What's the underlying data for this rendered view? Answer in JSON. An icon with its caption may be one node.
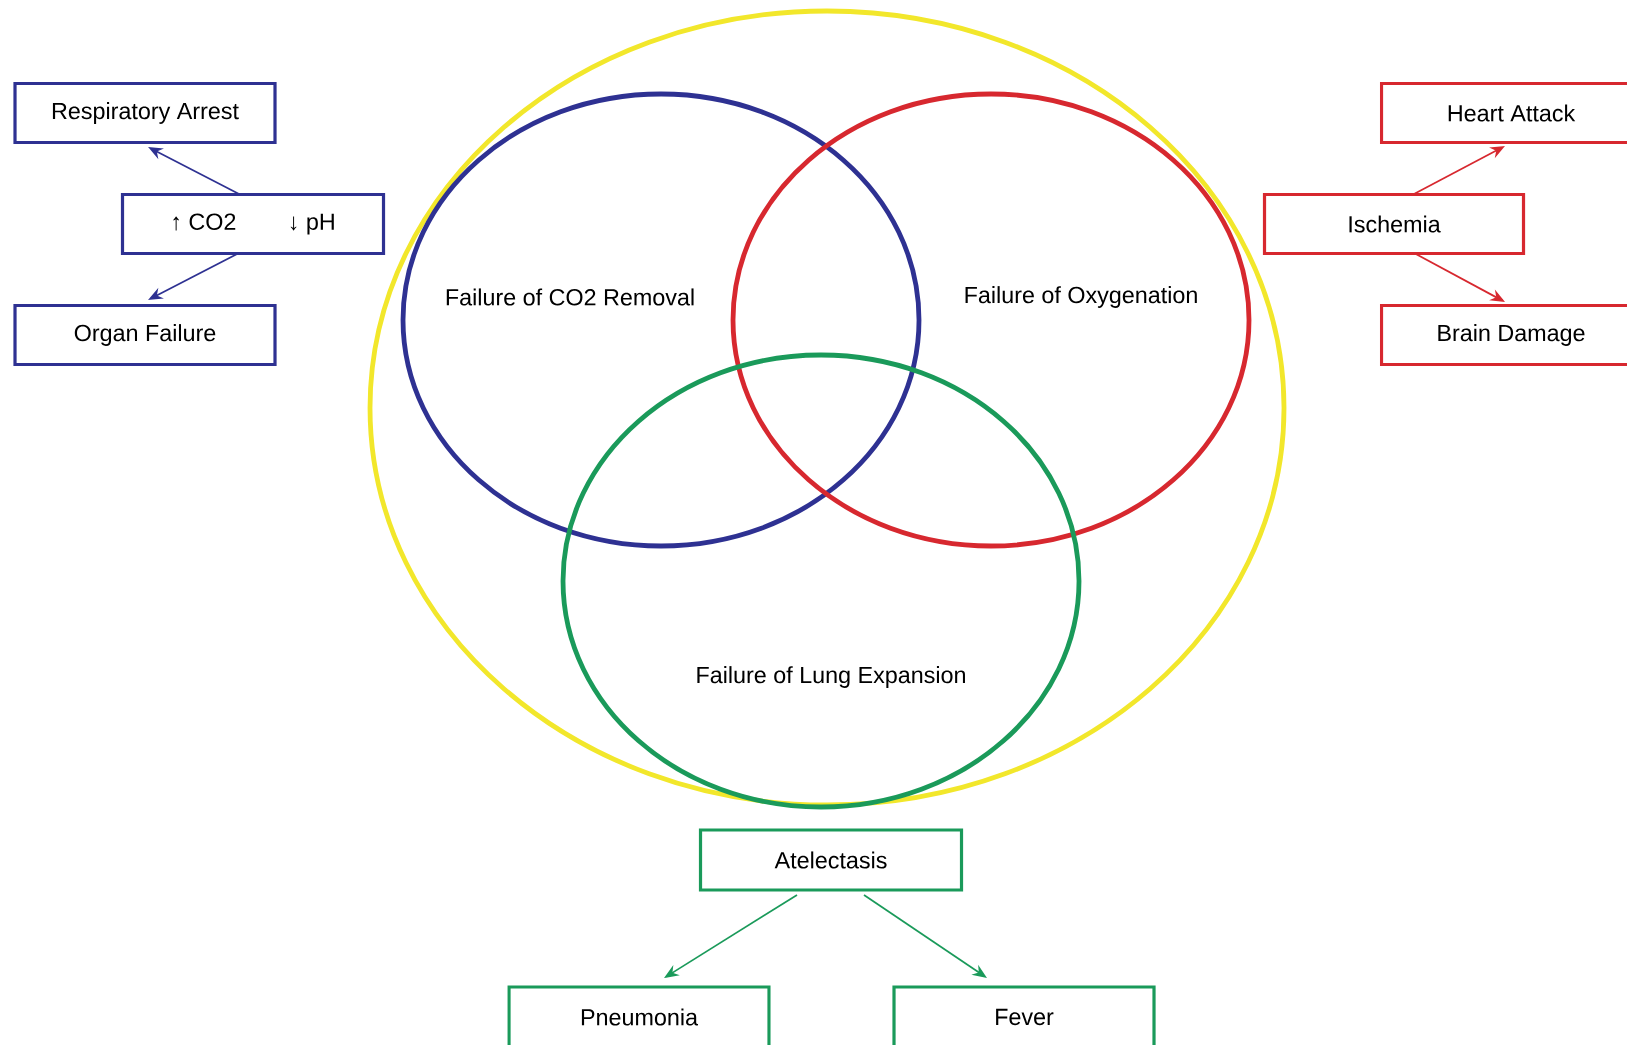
{
  "diagram": {
    "nodes": [
      {
        "text": [],
        "shape": "circle"
      },
      {
        "text": [
          "Failure of CO2 Removal"
        ],
        "in": 0
      },
      {
        "text": [
          "Failure of Oxygenation"
        ],
        "in": 0
      },
      {
        "text": [
          "Failure of Lung Expansion"
        ],
        "in": 0
      },
      {
        "text": [
          "Respiratory Arrest"
        ]
      },
      {
        "text": [
          "↑ CO2",
          "↓ pH"
        ]
      },
      {
        "text": [
          "Organ Failure"
        ]
      },
      {
        "text": [
          "Heart Attack"
        ]
      },
      {
        "text": [
          "Ischemia"
        ]
      },
      {
        "text": [
          "Brain Damage"
        ]
      },
      {
        "text": [
          "Atelectasis"
        ]
      },
      {
        "text": [
          "Pneumonia"
        ]
      },
      {
        "text": [
          "Fever"
        ]
      }
    ],
    "edges": [
      {
        "from": 5,
        "to": 4,
        "arrow": "to",
        "color": "#2e3192"
      },
      {
        "from": 5,
        "to": 6,
        "arrow": "to",
        "color": "#2e3192"
      },
      {
        "from": 8,
        "to": 7,
        "arrow": "to",
        "color": "#d7282f"
      },
      {
        "from": 8,
        "to": 9,
        "arrow": "to",
        "color": "#d7282f"
      },
      {
        "from": 10,
        "to": 11,
        "arrow": "to",
        "color": "#1a9a5a"
      },
      {
        "from": 10,
        "to": 12,
        "arrow": "to",
        "color": "#1a9a5a"
      }
    ]
  }
}
